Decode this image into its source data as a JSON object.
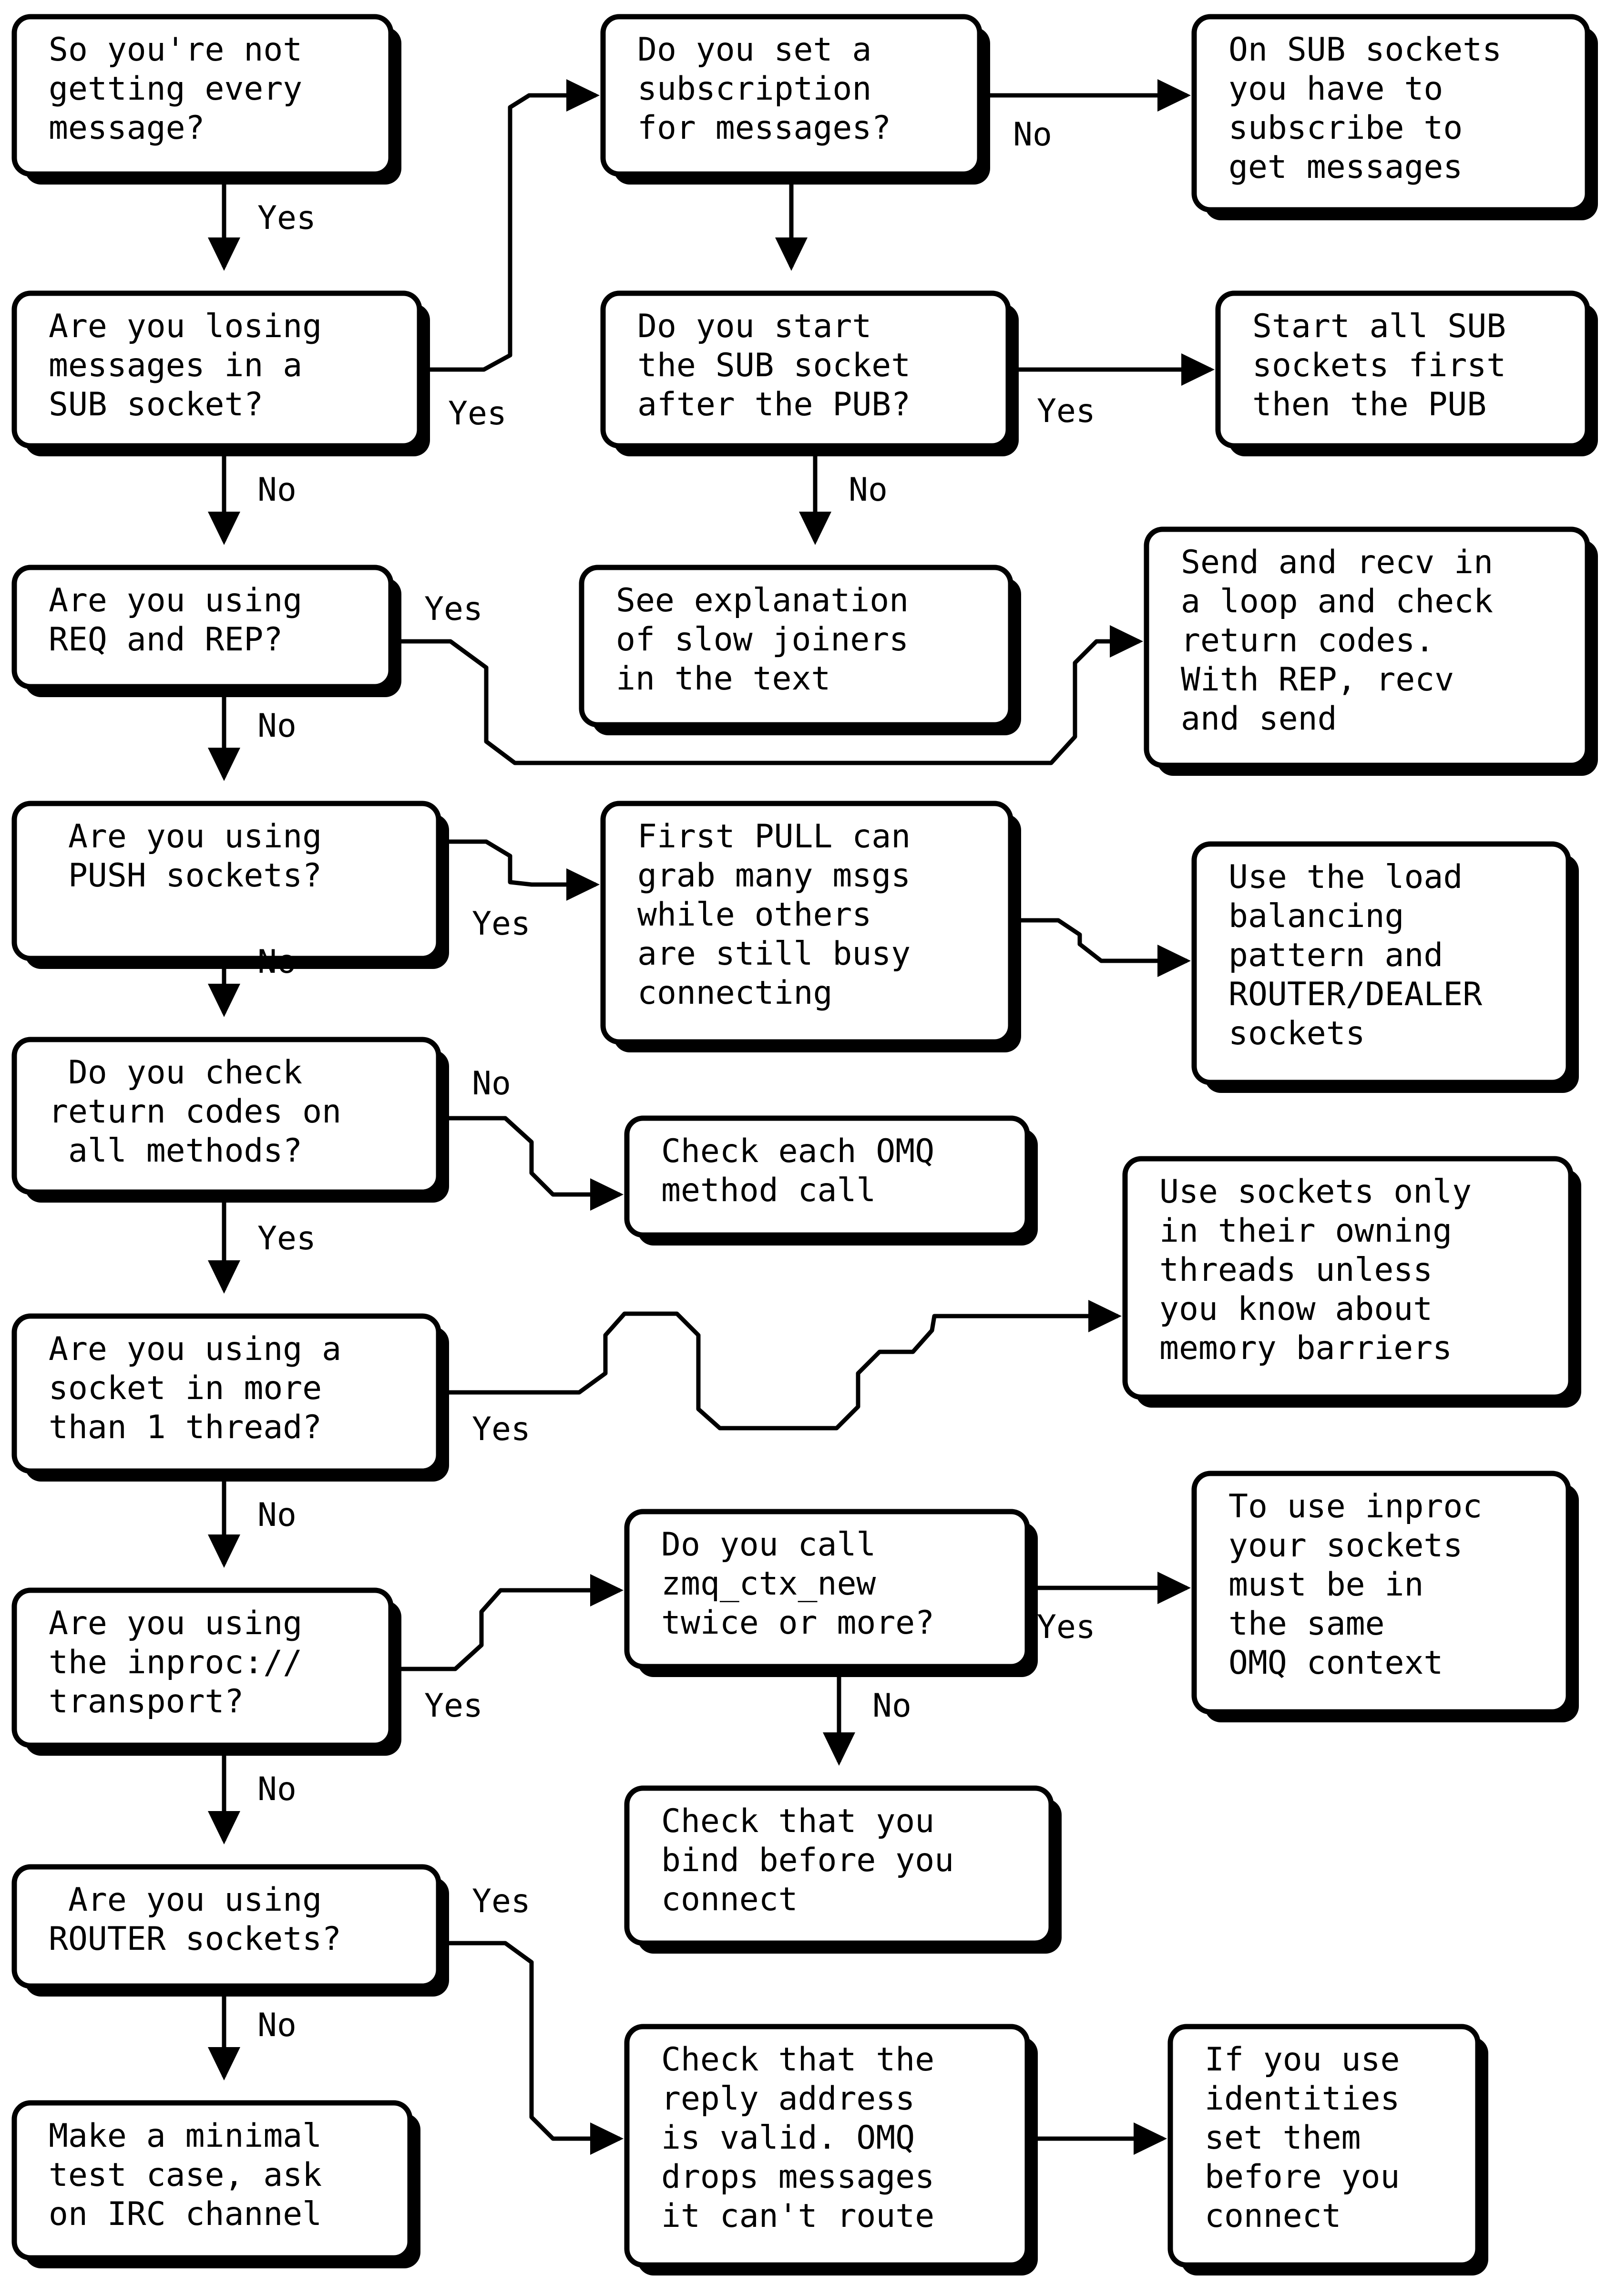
{
  "nodes": [
    {
      "id": "n1",
      "lines": [
        "So you're not",
        "getting every",
        "message?"
      ]
    },
    {
      "id": "n2",
      "lines": [
        "Are you losing",
        "messages in a",
        "SUB socket?"
      ]
    },
    {
      "id": "n3",
      "lines": [
        "Are you using",
        "REQ and REP?"
      ]
    },
    {
      "id": "n4",
      "lines": [
        " Are you using",
        " PUSH sockets?"
      ]
    },
    {
      "id": "n5",
      "lines": [
        " Do you check",
        "return codes on",
        " all methods?"
      ]
    },
    {
      "id": "n6",
      "lines": [
        "Are you using a",
        "socket in more",
        "than 1 thread?"
      ]
    },
    {
      "id": "n7",
      "lines": [
        "Are you using",
        "the inproc://",
        "transport?"
      ]
    },
    {
      "id": "n8",
      "lines": [
        " Are you using",
        "ROUTER sockets?"
      ]
    },
    {
      "id": "n9",
      "lines": [
        "Make a minimal",
        "test case, ask",
        "on IRC channel"
      ]
    },
    {
      "id": "n10",
      "lines": [
        "Do you set a",
        "subscription",
        "for messages?"
      ]
    },
    {
      "id": "n11",
      "lines": [
        "Do you start",
        "the SUB socket",
        "after the PUB?"
      ]
    },
    {
      "id": "n12",
      "lines": [
        "See explanation",
        "of slow joiners",
        "in the text"
      ]
    },
    {
      "id": "n13",
      "lines": [
        "First PULL can",
        "grab many msgs",
        "while others",
        "are still busy",
        "connecting"
      ]
    },
    {
      "id": "n14",
      "lines": [
        "Check each OMQ",
        "method call"
      ]
    },
    {
      "id": "n15",
      "lines": [
        "Do you call",
        "zmq_ctx_new",
        "twice or more?"
      ]
    },
    {
      "id": "n16",
      "lines": [
        "Check that you",
        "bind before you",
        "connect"
      ]
    },
    {
      "id": "n17",
      "lines": [
        "Check that the",
        "reply address",
        "is valid. OMQ",
        "drops messages",
        "it can't route"
      ]
    },
    {
      "id": "n18",
      "lines": [
        "On SUB sockets",
        "you have to",
        "subscribe to",
        "get messages"
      ]
    },
    {
      "id": "n19",
      "lines": [
        "Start all SUB",
        "sockets first",
        "then the PUB"
      ]
    },
    {
      "id": "n20",
      "lines": [
        "Send and recv in",
        "a loop and check",
        "return codes.",
        "With REP, recv",
        "and send"
      ]
    },
    {
      "id": "n21",
      "lines": [
        "Use the load",
        "balancing",
        "pattern and",
        "ROUTER/DEALER",
        "sockets"
      ]
    },
    {
      "id": "n22",
      "lines": [
        "Use sockets only",
        "in their owning",
        "threads unless",
        "you know about",
        "memory barriers"
      ]
    },
    {
      "id": "n23",
      "lines": [
        "To use inproc",
        "your sockets",
        "must be in",
        "the same",
        "OMQ context"
      ]
    },
    {
      "id": "n24",
      "lines": [
        "If you use",
        "identities",
        "set them",
        "before you",
        "connect"
      ]
    }
  ],
  "edges": [
    {
      "from": "n1",
      "to": "n2",
      "label": "Yes"
    },
    {
      "from": "n2",
      "to": "n10",
      "label": "Yes"
    },
    {
      "from": "n2",
      "to": "n3",
      "label": "No"
    },
    {
      "from": "n3",
      "to": "n20",
      "label": "Yes"
    },
    {
      "from": "n3",
      "to": "n4",
      "label": "No"
    },
    {
      "from": "n4",
      "to": "n13",
      "label": "Yes"
    },
    {
      "from": "n4",
      "to": "n5",
      "label": "No"
    },
    {
      "from": "n5",
      "to": "n14",
      "label": "No"
    },
    {
      "from": "n5",
      "to": "n6",
      "label": "Yes"
    },
    {
      "from": "n6",
      "to": "n22",
      "label": "Yes"
    },
    {
      "from": "n6",
      "to": "n7",
      "label": "No"
    },
    {
      "from": "n7",
      "to": "n15",
      "label": "Yes"
    },
    {
      "from": "n7",
      "to": "n8",
      "label": "No"
    },
    {
      "from": "n8",
      "to": "n17",
      "label": "Yes"
    },
    {
      "from": "n8",
      "to": "n9",
      "label": "No"
    },
    {
      "from": "n10",
      "to": "n18",
      "label": "No"
    },
    {
      "from": "n10",
      "to": "n11",
      "label": ""
    },
    {
      "from": "n11",
      "to": "n19",
      "label": "Yes"
    },
    {
      "from": "n11",
      "to": "n12",
      "label": "No"
    },
    {
      "from": "n13",
      "to": "n21",
      "label": ""
    },
    {
      "from": "n15",
      "to": "n23",
      "label": "Yes"
    },
    {
      "from": "n15",
      "to": "n16",
      "label": "No"
    },
    {
      "from": "n17",
      "to": "n24",
      "label": ""
    }
  ]
}
